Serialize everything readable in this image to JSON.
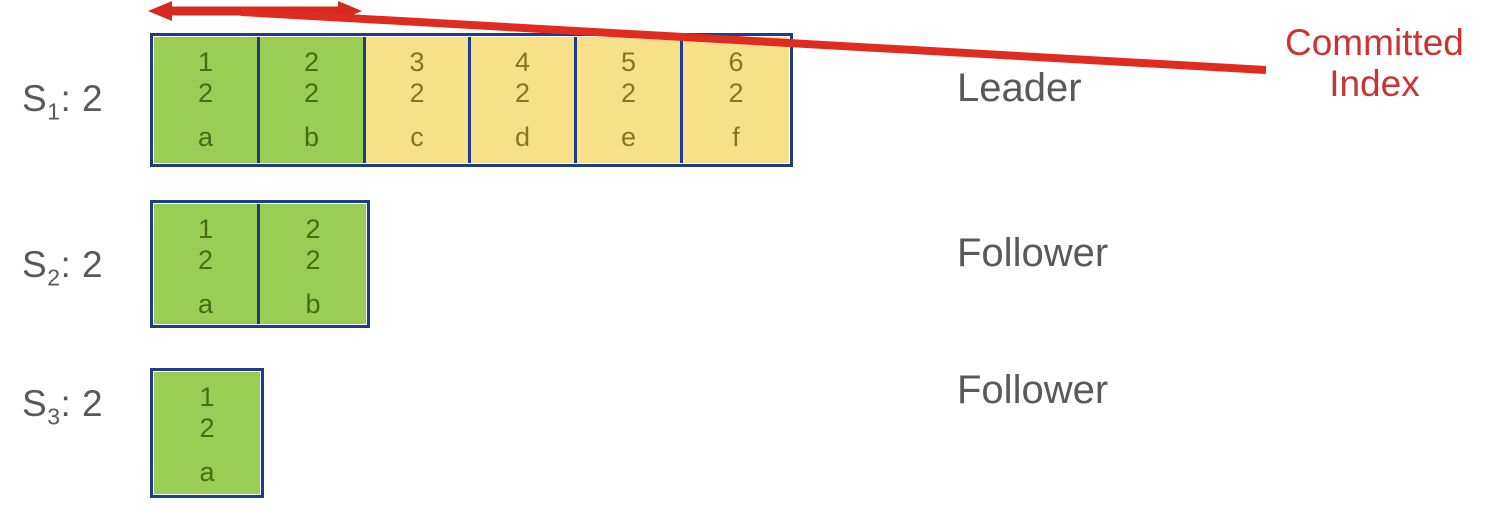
{
  "diagram": {
    "title_text": "",
    "colors": {
      "committed_green": "#9ACD53",
      "uncommitted_yellow": "#F7E08A",
      "box_border_blue": "#1F3C88",
      "annotation_red": "#CC3333",
      "label_gray": "#595959",
      "background": "#FFFFFF"
    }
  },
  "servers": [
    {
      "id": "s1",
      "label_name": "S",
      "label_subscript": "1",
      "label_suffix": ": 2",
      "label_full": "S1: 2",
      "role": "Leader",
      "entries": [
        {
          "index": "1",
          "term": "2",
          "command": "a",
          "state": "committed"
        },
        {
          "index": "2",
          "term": "2",
          "command": "b",
          "state": "committed"
        },
        {
          "index": "3",
          "term": "2",
          "command": "c",
          "state": "uncommitted"
        },
        {
          "index": "4",
          "term": "2",
          "command": "d",
          "state": "uncommitted"
        },
        {
          "index": "5",
          "term": "2",
          "command": "e",
          "state": "uncommitted"
        },
        {
          "index": "6",
          "term": "2",
          "command": "f",
          "state": "uncommitted"
        }
      ]
    },
    {
      "id": "s2",
      "label_name": "S",
      "label_subscript": "2",
      "label_suffix": ": 2",
      "label_full": "S2: 2",
      "role": "Follower",
      "entries": [
        {
          "index": "1",
          "term": "2",
          "command": "a",
          "state": "committed"
        },
        {
          "index": "2",
          "term": "2",
          "command": "b",
          "state": "committed"
        }
      ]
    },
    {
      "id": "s3",
      "label_name": "S",
      "label_subscript": "3",
      "label_suffix": ": 2",
      "label_full": "S3: 2",
      "role": "Follower",
      "entries": [
        {
          "index": "1",
          "term": "2",
          "command": "a",
          "state": "committed"
        }
      ]
    }
  ],
  "annotations": {
    "committed_index": {
      "line1": "Committed",
      "line2": "Index",
      "color": "#CC3333"
    },
    "range_arrow": {
      "name": "committed-range-double-arrow",
      "direction": "both",
      "spans_entries": "1-2"
    },
    "pointer_line": {
      "name": "committed-index-pointer-line",
      "from": "Committed Index label",
      "to": "boundary after entry 2"
    }
  }
}
